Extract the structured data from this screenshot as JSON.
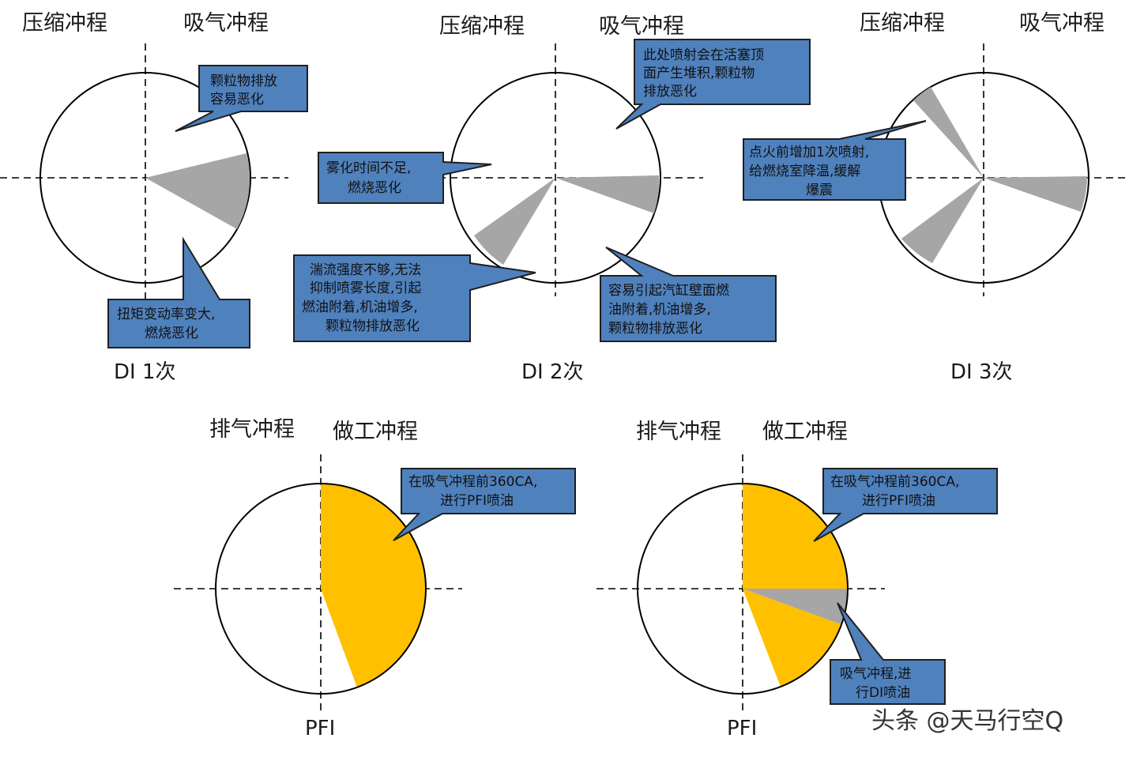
{
  "colors": {
    "callout_fill": "#4f81bd",
    "callout_border": "#1f1f1f",
    "injection_gray": "#a6a6a6",
    "pfi_yellow": "#ffc000",
    "circle_stroke": "#000000"
  },
  "di_1": {
    "label_compression": "压缩冲程",
    "label_intake": "吸气冲程",
    "caption": "DI 1次",
    "callout_particulate": [
      "颗粒物排放",
      "容易恶化"
    ],
    "callout_torque": [
      "扭矩变动率变大,",
      "燃烧恶化"
    ]
  },
  "di_2": {
    "label_compression": "压缩冲程",
    "label_intake": "吸气冲程",
    "caption": "DI 2次",
    "callout_piston": [
      "此处喷射会在活塞顶",
      "面产生堆积,颗粒物",
      "排放恶化"
    ],
    "callout_atomize": [
      "雾化时间不足,",
      "燃烧恶化"
    ],
    "callout_turbulence": [
      "湍流强度不够,无法",
      "抑制喷雾长度,引起",
      "燃油附着,机油增多,",
      "颗粒物排放恶化"
    ],
    "callout_wall": [
      "容易引起汽缸壁面燃",
      "油附着,机油增多,",
      "颗粒物排放恶化"
    ]
  },
  "di_3": {
    "label_compression": "压缩冲程",
    "label_intake": "吸气冲程",
    "caption": "DI 3次",
    "callout_ignition": [
      "点火前增加1次喷射,",
      "给燃烧室降温,缓解",
      "爆震"
    ]
  },
  "pfi_1": {
    "label_exhaust": "排气冲程",
    "label_power": "做工冲程",
    "caption": "PFI",
    "callout_pfi": [
      "在吸气冲程前360CA,",
      "进行PFI喷油"
    ]
  },
  "pfi_2": {
    "label_exhaust": "排气冲程",
    "label_power": "做工冲程",
    "caption": "PFI",
    "callout_pfi": [
      "在吸气冲程前360CA,",
      "进行PFI喷油"
    ],
    "callout_di": [
      "吸气冲程,进",
      "行DI喷油"
    ]
  },
  "watermark": "头条 @天马行空Q"
}
